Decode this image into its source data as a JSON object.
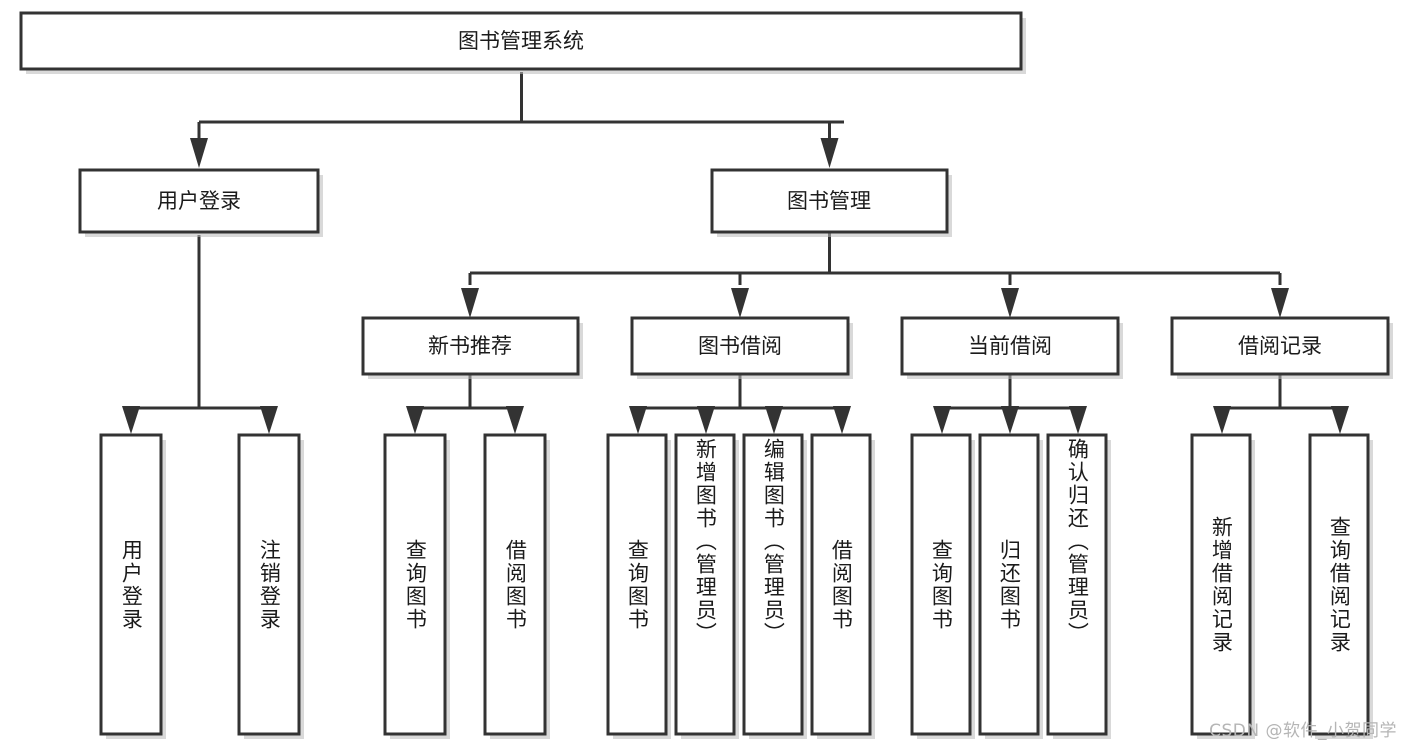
{
  "diagram": {
    "title": "图书管理系统",
    "type": "tree-hierarchy-flowchart",
    "orientation": "top-down",
    "colors": {
      "background": "#ffffff",
      "box_fill": "#ffffff",
      "box_stroke": "#333333",
      "connector": "#333333",
      "text": "#1b1b1b",
      "watermark": "#b5b5b5"
    },
    "root": {
      "label": "图书管理系统"
    },
    "level2": [
      {
        "label": "用户登录"
      },
      {
        "label": "图书管理"
      }
    ],
    "level3": [
      {
        "label": "新书推荐"
      },
      {
        "label": "图书借阅"
      },
      {
        "label": "当前借阅"
      },
      {
        "label": "借阅记录"
      }
    ],
    "leaves": {
      "user_login": [
        {
          "label": "用户登录"
        },
        {
          "label": "注销登录"
        }
      ],
      "new_book_recommend": [
        {
          "label": "查询图书"
        },
        {
          "label": "借阅图书"
        }
      ],
      "book_borrow": [
        {
          "label": "查询图书"
        },
        {
          "label": "新增图书（管理员）"
        },
        {
          "label": "编辑图书（管理员）"
        },
        {
          "label": "借阅图书"
        }
      ],
      "current_borrow": [
        {
          "label": "查询图书"
        },
        {
          "label": "归还图书"
        },
        {
          "label": "确认归还（管理员）"
        }
      ],
      "borrow_record": [
        {
          "label": "新增借阅记录"
        },
        {
          "label": "查询借阅记录"
        }
      ]
    }
  },
  "watermark": {
    "text": "CSDN @软件_小贺同学"
  }
}
